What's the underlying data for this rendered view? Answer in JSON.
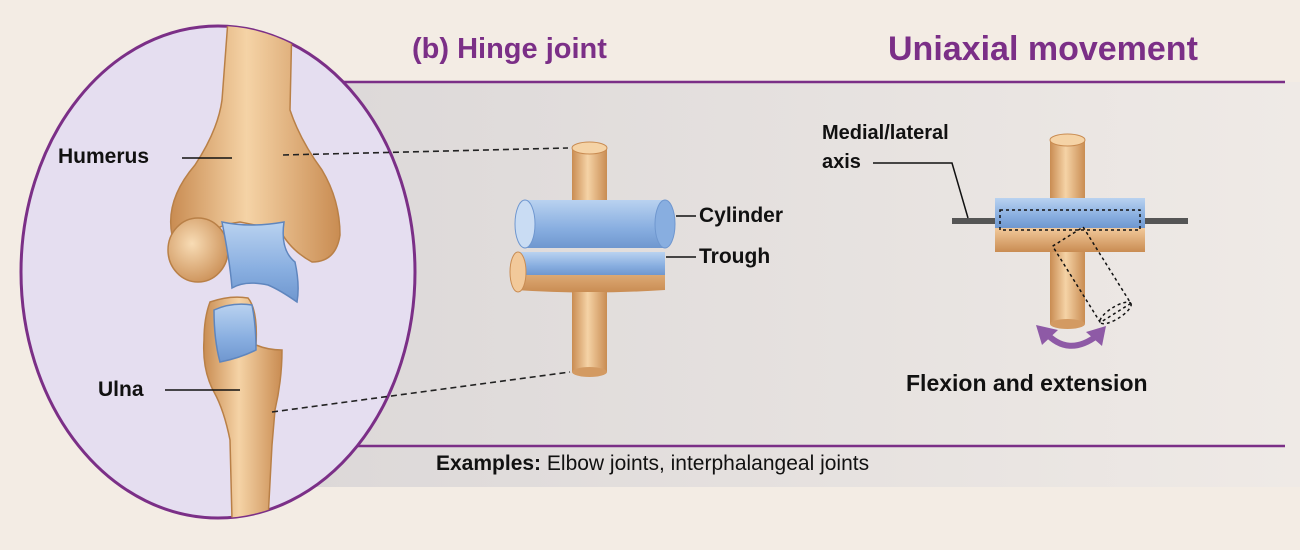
{
  "titles": {
    "hinge_joint": "(b) Hinge joint",
    "movement": "Uniaxial movement"
  },
  "labels": {
    "humerus": "Humerus",
    "ulna": "Ulna",
    "cylinder": "Cylinder",
    "trough": "Trough",
    "axis_line1": "Medial/lateral",
    "axis_line2": "axis",
    "motion": "Flexion and extension"
  },
  "examples": {
    "heading": "Examples:",
    "text": " Elbow joints, interphalangeal joints"
  },
  "colors": {
    "accent": "#7b2f87",
    "bone": "#e7b57e",
    "cartilage": "#8fb4e0",
    "circle_fill": "#e5def0",
    "panel": "#e6e1de"
  }
}
